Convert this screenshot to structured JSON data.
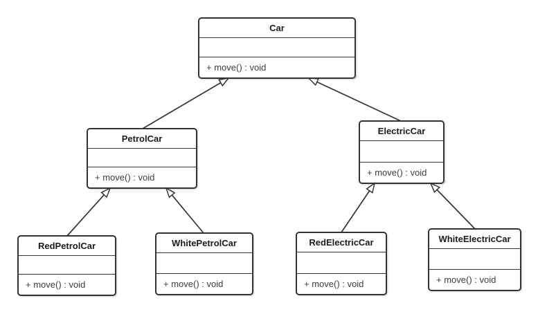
{
  "diagram": {
    "kind": "uml-class-diagram",
    "colors": {
      "stroke": "#333333",
      "box_fill": "#ffffff",
      "title_text": "#1a1a1a",
      "method_text": "#3c3c3c",
      "background": "#ffffff"
    },
    "classes": [
      {
        "name": "Car",
        "attributes": "",
        "methods": "+ move() : void"
      },
      {
        "name": "PetrolCar",
        "attributes": "",
        "methods": "+ move() : void"
      },
      {
        "name": "ElectricCar",
        "attributes": "",
        "methods": "+ move() : void"
      },
      {
        "name": "RedPetrolCar",
        "attributes": "",
        "methods": "+ move() : void"
      },
      {
        "name": "WhitePetrolCar",
        "attributes": "",
        "methods": "+ move() : void"
      },
      {
        "name": "RedElectricCar",
        "attributes": "",
        "methods": "+ move() : void"
      },
      {
        "name": "WhiteElectricCar",
        "attributes": "",
        "methods": "+ move() : void"
      }
    ],
    "relationships": [
      {
        "from": "PetrolCar",
        "to": "Car",
        "type": "generalization"
      },
      {
        "from": "ElectricCar",
        "to": "Car",
        "type": "generalization"
      },
      {
        "from": "RedPetrolCar",
        "to": "PetrolCar",
        "type": "generalization"
      },
      {
        "from": "WhitePetrolCar",
        "to": "PetrolCar",
        "type": "generalization"
      },
      {
        "from": "RedElectricCar",
        "to": "ElectricCar",
        "type": "generalization"
      },
      {
        "from": "WhiteElectricCar",
        "to": "ElectricCar",
        "type": "generalization"
      }
    ]
  }
}
